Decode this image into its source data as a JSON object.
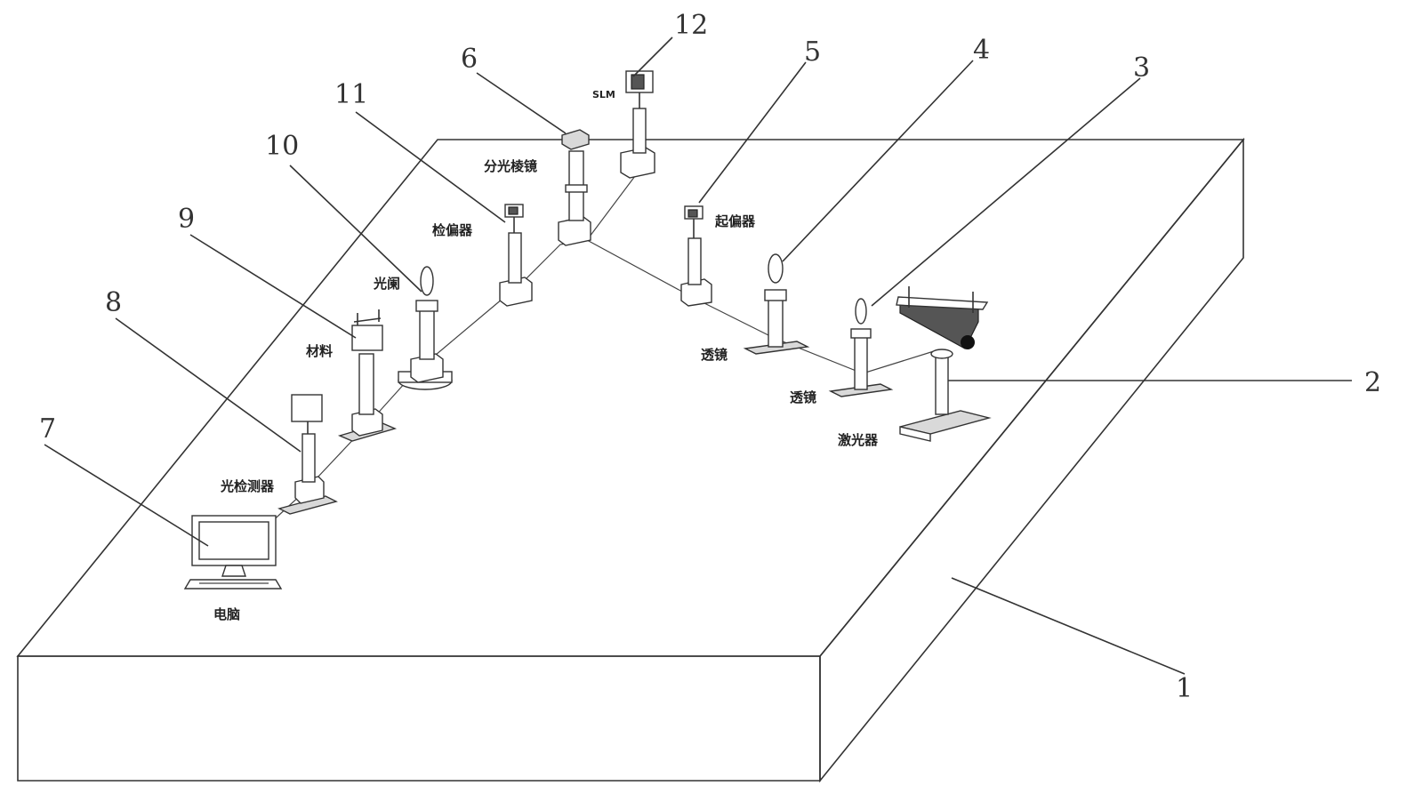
{
  "part_numbers": {
    "n1": "1",
    "n2": "2",
    "n3": "3",
    "n4": "4",
    "n5": "5",
    "n6": "6",
    "n7": "7",
    "n8": "8",
    "n9": "9",
    "n10": "10",
    "n11": "11",
    "n12": "12"
  },
  "component_labels": {
    "laser": "激光器",
    "lens_a": "透镜",
    "lens_b": "透镜",
    "polarizer": "起偏器",
    "beam_splitter": "分光棱镜",
    "slm": "SLM",
    "analyzer": "检偏器",
    "aperture": "光阑",
    "material": "材料",
    "detector": "光检测器",
    "computer": "电脑"
  }
}
